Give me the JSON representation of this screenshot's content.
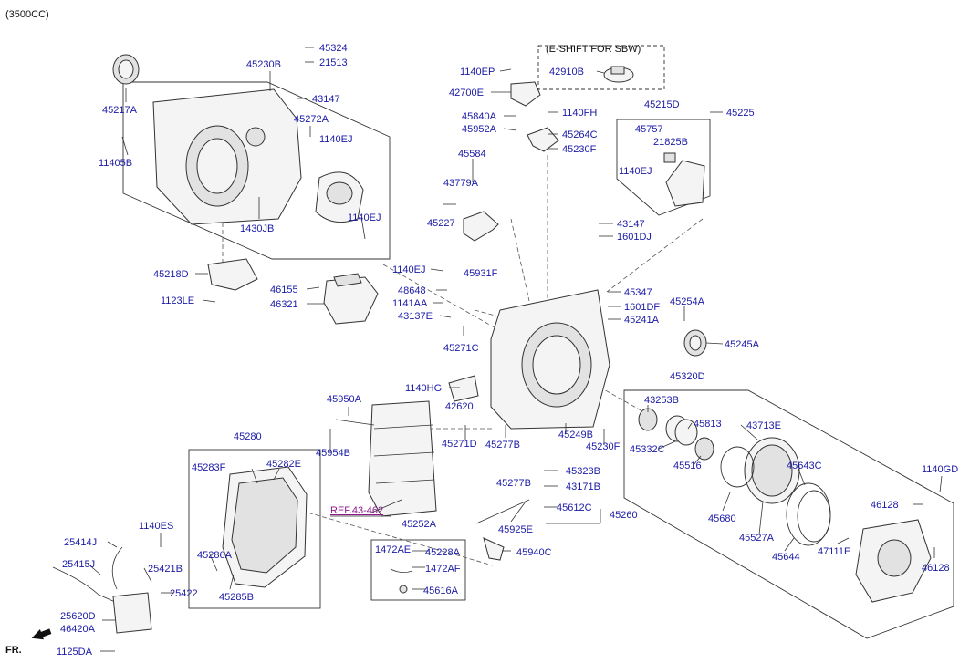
{
  "header": {
    "spec": "(3500CC)",
    "direction": "FR."
  },
  "group_titles": {
    "e_shift": "(E-SHIFT FOR SBW)"
  },
  "reference": "REF.43-462",
  "labels": [
    {
      "id": "45324",
      "text": "45324"
    },
    {
      "id": "21513",
      "text": "21513"
    },
    {
      "id": "45230B",
      "text": "45230B"
    },
    {
      "id": "45217A",
      "text": "45217A"
    },
    {
      "id": "43147a",
      "text": "43147"
    },
    {
      "id": "45272A",
      "text": "45272A"
    },
    {
      "id": "1140EJa",
      "text": "1140EJ"
    },
    {
      "id": "11405B",
      "text": "11405B"
    },
    {
      "id": "1140EJb",
      "text": "1140EJ"
    },
    {
      "id": "1430JB",
      "text": "1430JB"
    },
    {
      "id": "45218D",
      "text": "45218D"
    },
    {
      "id": "1123LE",
      "text": "1123LE"
    },
    {
      "id": "46155",
      "text": "46155"
    },
    {
      "id": "46321",
      "text": "46321"
    },
    {
      "id": "1140EP",
      "text": "1140EP"
    },
    {
      "id": "42910B",
      "text": "42910B"
    },
    {
      "id": "42700E",
      "text": "42700E"
    },
    {
      "id": "45840A",
      "text": "45840A"
    },
    {
      "id": "1140FH",
      "text": "1140FH"
    },
    {
      "id": "45952A",
      "text": "45952A"
    },
    {
      "id": "45264C",
      "text": "45264C"
    },
    {
      "id": "45230Fa",
      "text": "45230F"
    },
    {
      "id": "45215D",
      "text": "45215D"
    },
    {
      "id": "45225",
      "text": "45225"
    },
    {
      "id": "45757",
      "text": "45757"
    },
    {
      "id": "21825B",
      "text": "21825B"
    },
    {
      "id": "1140EJc",
      "text": "1140EJ"
    },
    {
      "id": "45584",
      "text": "45584"
    },
    {
      "id": "43779A",
      "text": "43779A"
    },
    {
      "id": "45227",
      "text": "45227"
    },
    {
      "id": "43147b",
      "text": "43147"
    },
    {
      "id": "1601DJ",
      "text": "1601DJ"
    },
    {
      "id": "1140EJd",
      "text": "1140EJ"
    },
    {
      "id": "45931F",
      "text": "45931F"
    },
    {
      "id": "48648",
      "text": "48648"
    },
    {
      "id": "1141AA",
      "text": "1141AA"
    },
    {
      "id": "43137E",
      "text": "43137E"
    },
    {
      "id": "45271Ca",
      "text": "45271C"
    },
    {
      "id": "45347",
      "text": "45347"
    },
    {
      "id": "1601DF",
      "text": "1601DF"
    },
    {
      "id": "45254A",
      "text": "45254A"
    },
    {
      "id": "45241A",
      "text": "45241A"
    },
    {
      "id": "45245A",
      "text": "45245A"
    },
    {
      "id": "45320D",
      "text": "45320D"
    },
    {
      "id": "1140HG",
      "text": "1140HG"
    },
    {
      "id": "45950A",
      "text": "45950A"
    },
    {
      "id": "42620",
      "text": "42620"
    },
    {
      "id": "45954B",
      "text": "45954B"
    },
    {
      "id": "45271D",
      "text": "45271D"
    },
    {
      "id": "45277Ba",
      "text": "45277B"
    },
    {
      "id": "45249B",
      "text": "45249B"
    },
    {
      "id": "45230Fb",
      "text": "45230F"
    },
    {
      "id": "43253B",
      "text": "43253B"
    },
    {
      "id": "45813",
      "text": "45813"
    },
    {
      "id": "43713E",
      "text": "43713E"
    },
    {
      "id": "45332C",
      "text": "45332C"
    },
    {
      "id": "45516",
      "text": "45516"
    },
    {
      "id": "45280",
      "text": "45280"
    },
    {
      "id": "45283F",
      "text": "45283F"
    },
    {
      "id": "45282E",
      "text": "45282E"
    },
    {
      "id": "45277Bb",
      "text": "45277B"
    },
    {
      "id": "45323B",
      "text": "45323B"
    },
    {
      "id": "43171B",
      "text": "43171B"
    },
    {
      "id": "1140GD",
      "text": "1140GD"
    },
    {
      "id": "45643C",
      "text": "45643C"
    },
    {
      "id": "45612C",
      "text": "45612C"
    },
    {
      "id": "45260",
      "text": "45260"
    },
    {
      "id": "46128a",
      "text": "46128"
    },
    {
      "id": "45680",
      "text": "45680"
    },
    {
      "id": "45252A",
      "text": "45252A"
    },
    {
      "id": "45925E",
      "text": "45925E"
    },
    {
      "id": "1140ES",
      "text": "1140ES"
    },
    {
      "id": "25414J",
      "text": "25414J"
    },
    {
      "id": "45286A",
      "text": "45286A"
    },
    {
      "id": "45527A",
      "text": "45527A"
    },
    {
      "id": "1472AEa",
      "text": "1472AE"
    },
    {
      "id": "45228A",
      "text": "45228A"
    },
    {
      "id": "45940C",
      "text": "45940C"
    },
    {
      "id": "45644",
      "text": "45644"
    },
    {
      "id": "47111E",
      "text": "47111E"
    },
    {
      "id": "46128b",
      "text": "46128"
    },
    {
      "id": "25415J",
      "text": "25415J"
    },
    {
      "id": "25421B",
      "text": "25421B"
    },
    {
      "id": "1472AF",
      "text": "1472AF"
    },
    {
      "id": "25422",
      "text": "25422"
    },
    {
      "id": "45285B",
      "text": "45285B"
    },
    {
      "id": "45616A",
      "text": "45616A"
    },
    {
      "id": "25620D",
      "text": "25620D"
    },
    {
      "id": "46420A",
      "text": "46420A"
    },
    {
      "id": "1125DA",
      "text": "1125DA"
    }
  ]
}
